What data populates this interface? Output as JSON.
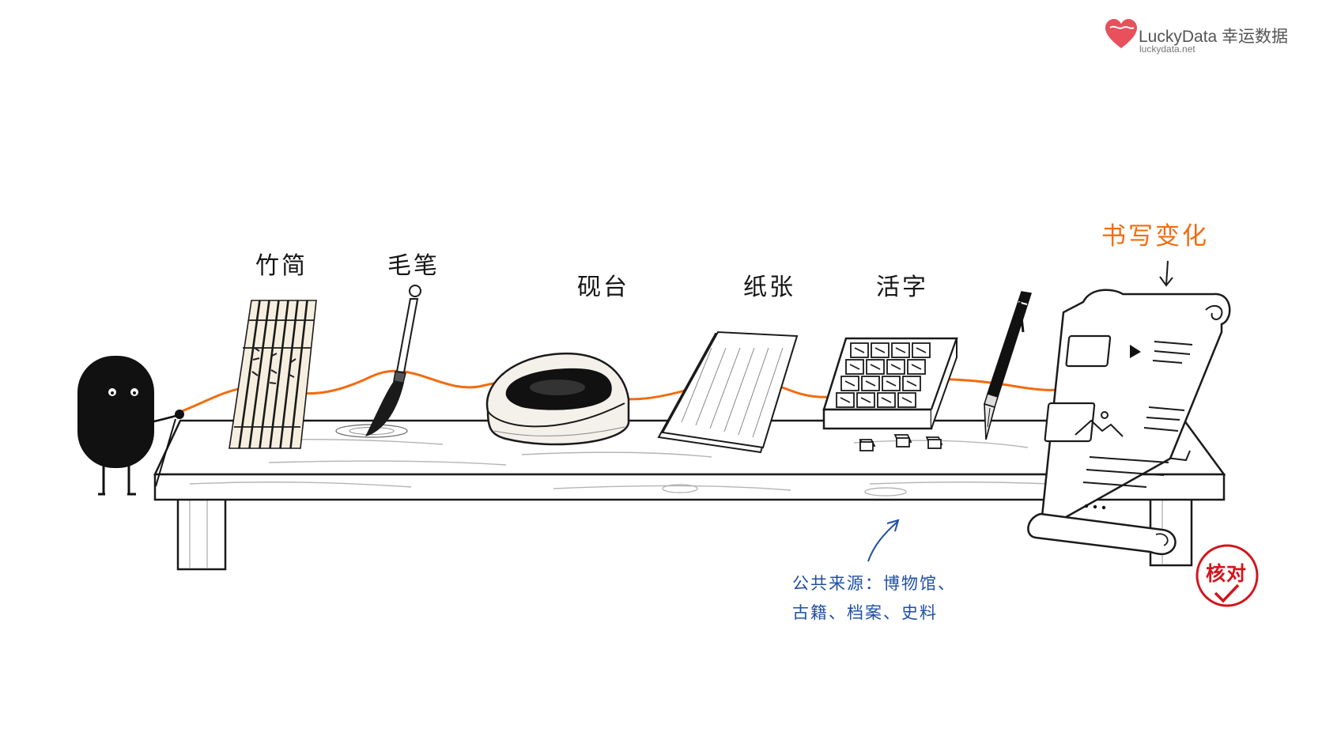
{
  "brand": {
    "name": "LuckyData 幸运数据",
    "url": "luckydata.net",
    "color": "#e8505b"
  },
  "items": [
    {
      "label": "竹简",
      "icon": "bamboo-slips-icon"
    },
    {
      "label": "毛笔",
      "icon": "brush-icon"
    },
    {
      "label": "砚台",
      "icon": "inkstone-icon"
    },
    {
      "label": "纸张",
      "icon": "paper-icon"
    },
    {
      "label": "活字",
      "icon": "movable-type-icon"
    }
  ],
  "pen": {
    "icon": "fountain-pen-icon"
  },
  "scroll": {
    "label": "书写变化",
    "icon": "digital-scroll-icon"
  },
  "source_note": {
    "line1": "公共来源：博物馆、",
    "line2": "古籍、档案、史料"
  },
  "stamp": {
    "label": "核对",
    "color": "#d4141c"
  },
  "colors": {
    "thread": "#f26c0f",
    "note": "#1f4fa3",
    "ink": "#151515"
  }
}
